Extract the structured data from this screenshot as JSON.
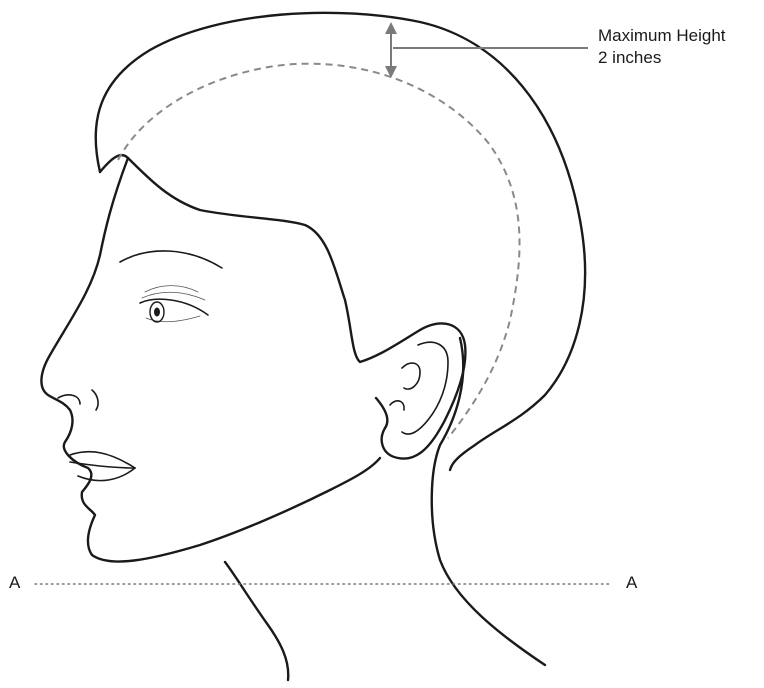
{
  "annotation": {
    "line1": "Maximum Height",
    "line2": "2 inches"
  },
  "reference_line": {
    "left_label": "A",
    "right_label": "A"
  }
}
